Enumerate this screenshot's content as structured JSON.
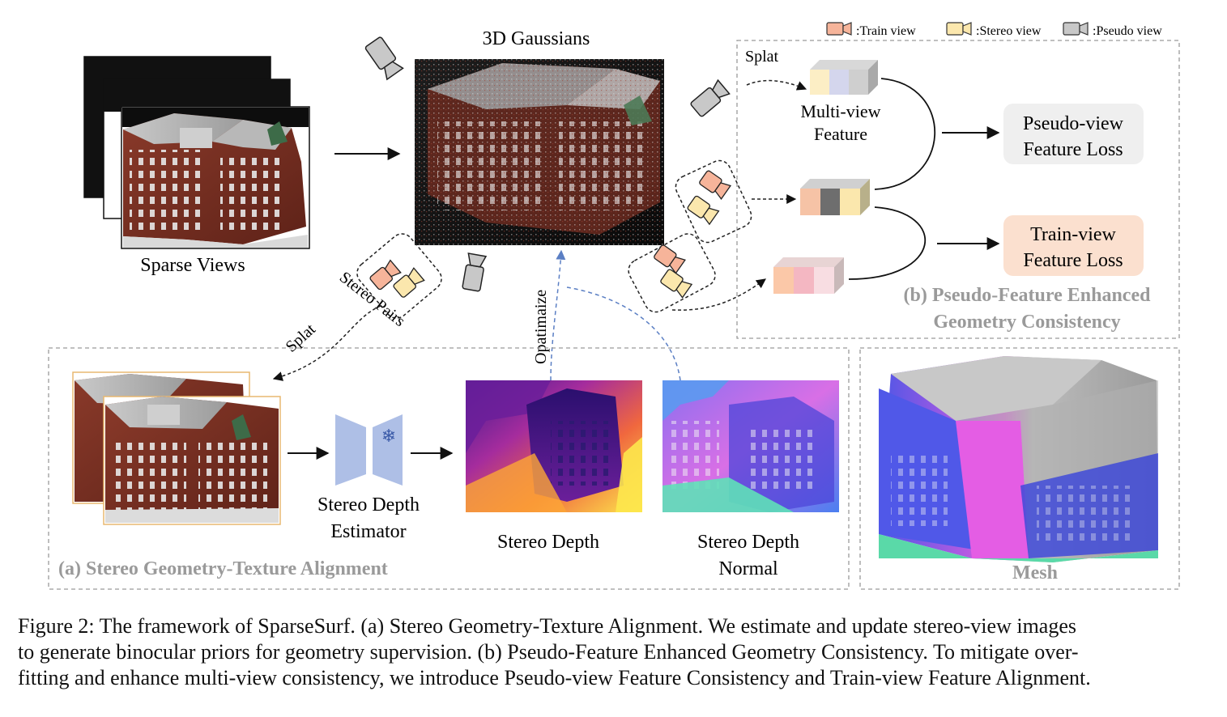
{
  "figure": {
    "legend": [
      {
        "label": ":Train view",
        "color": "#f6b49a"
      },
      {
        "label": ":Stereo view",
        "color": "#fbe7ad"
      },
      {
        "label": ":Pseudo view",
        "color": "#bdbdbd"
      }
    ],
    "gaussians_title": "3D Gaussians",
    "sparse_views_label": "Sparse Views",
    "splat_top_label": "Splat",
    "splat_bottom_label": "Splat",
    "stereo_pairs_label": "Stereo Pairs",
    "optimize_label": "Opatimaize",
    "multiview_feature_label": [
      "Multi-view",
      "Feature"
    ],
    "pseudo_loss_label": [
      "Pseudo-view",
      "Feature Loss"
    ],
    "train_loss_label": [
      "Train-view",
      "Feature Loss"
    ],
    "panel_b_title": [
      "(b) Pseudo-Feature Enhanced",
      "Geometry Consistency"
    ],
    "estimator_label": [
      "Stereo Depth",
      "Estimator"
    ],
    "stereo_depth_label": "Stereo Depth",
    "stereo_normal_label": [
      "Stereo Depth",
      "Normal"
    ],
    "panel_a_title": "(a) Stereo Geometry-Texture Alignment",
    "mesh_label": "Mesh",
    "colors": {
      "train": "#f6b49a",
      "stereo": "#fbe7ad",
      "pseudo": "#c8c8c8",
      "panel_title": "#9a9a9a",
      "loss_pseudo_bg": "#efefef",
      "loss_train_bg": "#fbe0cf",
      "estimator": "#aebfe6",
      "arrow_blue": "#5b7fc4"
    }
  },
  "caption": {
    "line1": "Figure 2: The framework of SparseSurf. (a) Stereo Geometry-Texture Alignment. We estimate and update stereo-view images",
    "line2": "to generate binocular priors for geometry supervision. (b) Pseudo-Feature Enhanced Geometry Consistency. To mitigate over-",
    "line3": "fitting and enhance multi-view consistency, we introduce Pseudo-view Feature Consistency and Train-view Feature Alignment."
  }
}
